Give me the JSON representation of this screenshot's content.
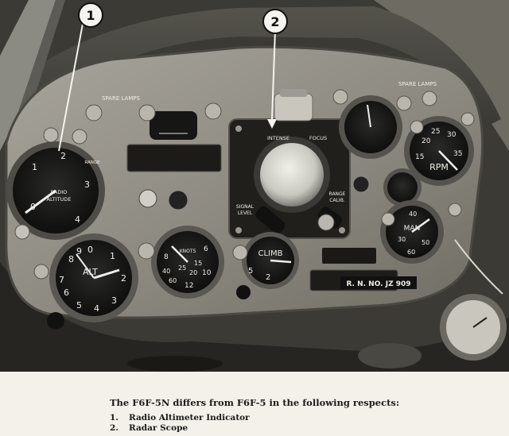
{
  "photo": {
    "callouts": [
      "1",
      "2"
    ],
    "spare_lamps": [
      "SPARE LAMPS",
      "SPARE LAMPS"
    ],
    "radio_altimeter": {
      "line1": "RADIO",
      "line2": "ALTITUDE",
      "range_label": "RANGE",
      "numbers": [
        "0",
        "1",
        "2",
        "3",
        "4"
      ]
    },
    "radar_scope": {
      "intense": "INTENSE",
      "focus": "FOCUS",
      "signal_level_1": "SIGNAL",
      "signal_level_2": "LEVEL",
      "range_calib_1": "RANGE",
      "range_calib_2": "CALIB."
    },
    "altimeter": {
      "label": "ALT",
      "numbers": [
        "0",
        "1",
        "2",
        "3",
        "4",
        "5",
        "6",
        "7",
        "8",
        "9"
      ]
    },
    "airspeed": {
      "label": "KNOTS",
      "numbers": [
        "8",
        "6",
        "10",
        "12",
        "25",
        "20",
        "15",
        "40",
        "60"
      ]
    },
    "climb": {
      "label": "CLIMB",
      "numbers": [
        "5",
        "2"
      ]
    },
    "tachometer": {
      "label": "RPM",
      "numbers": [
        "20",
        "25",
        "30",
        "35",
        "15"
      ]
    },
    "manifold": {
      "label": "MAN",
      "numbers": [
        "30",
        "40",
        "50",
        "60"
      ]
    },
    "plate": "R. N. NO. JZ 909"
  },
  "caption": {
    "heading": "The F6F-5N differs from F6F-5 in the following respects:",
    "items": [
      {
        "num": "1.",
        "text": "Radio Altimeter Indicator"
      },
      {
        "num": "2.",
        "text": "Radar Scope"
      }
    ]
  }
}
